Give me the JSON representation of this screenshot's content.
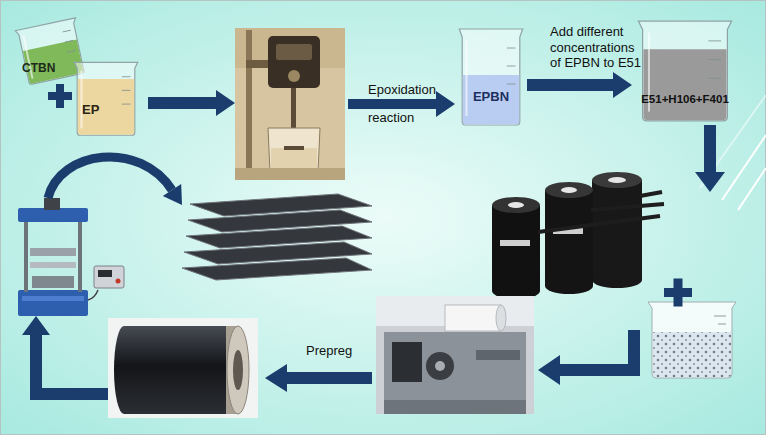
{
  "diagram": {
    "nodes": [
      {
        "text": [
          "CTBN"
        ]
      },
      {
        "text": [
          "EP"
        ]
      },
      {
        "text": [
          "EPBN"
        ]
      },
      {
        "text": [
          "E51+H106+F401"
        ]
      }
    ],
    "edges": [
      {
        "from": 2,
        "to": 3,
        "arrow": "to",
        "label": "Add different concentrations of EPBN to E51"
      }
    ],
    "labels": [
      "Epoxidation reaction",
      "Prepreg"
    ]
  }
}
